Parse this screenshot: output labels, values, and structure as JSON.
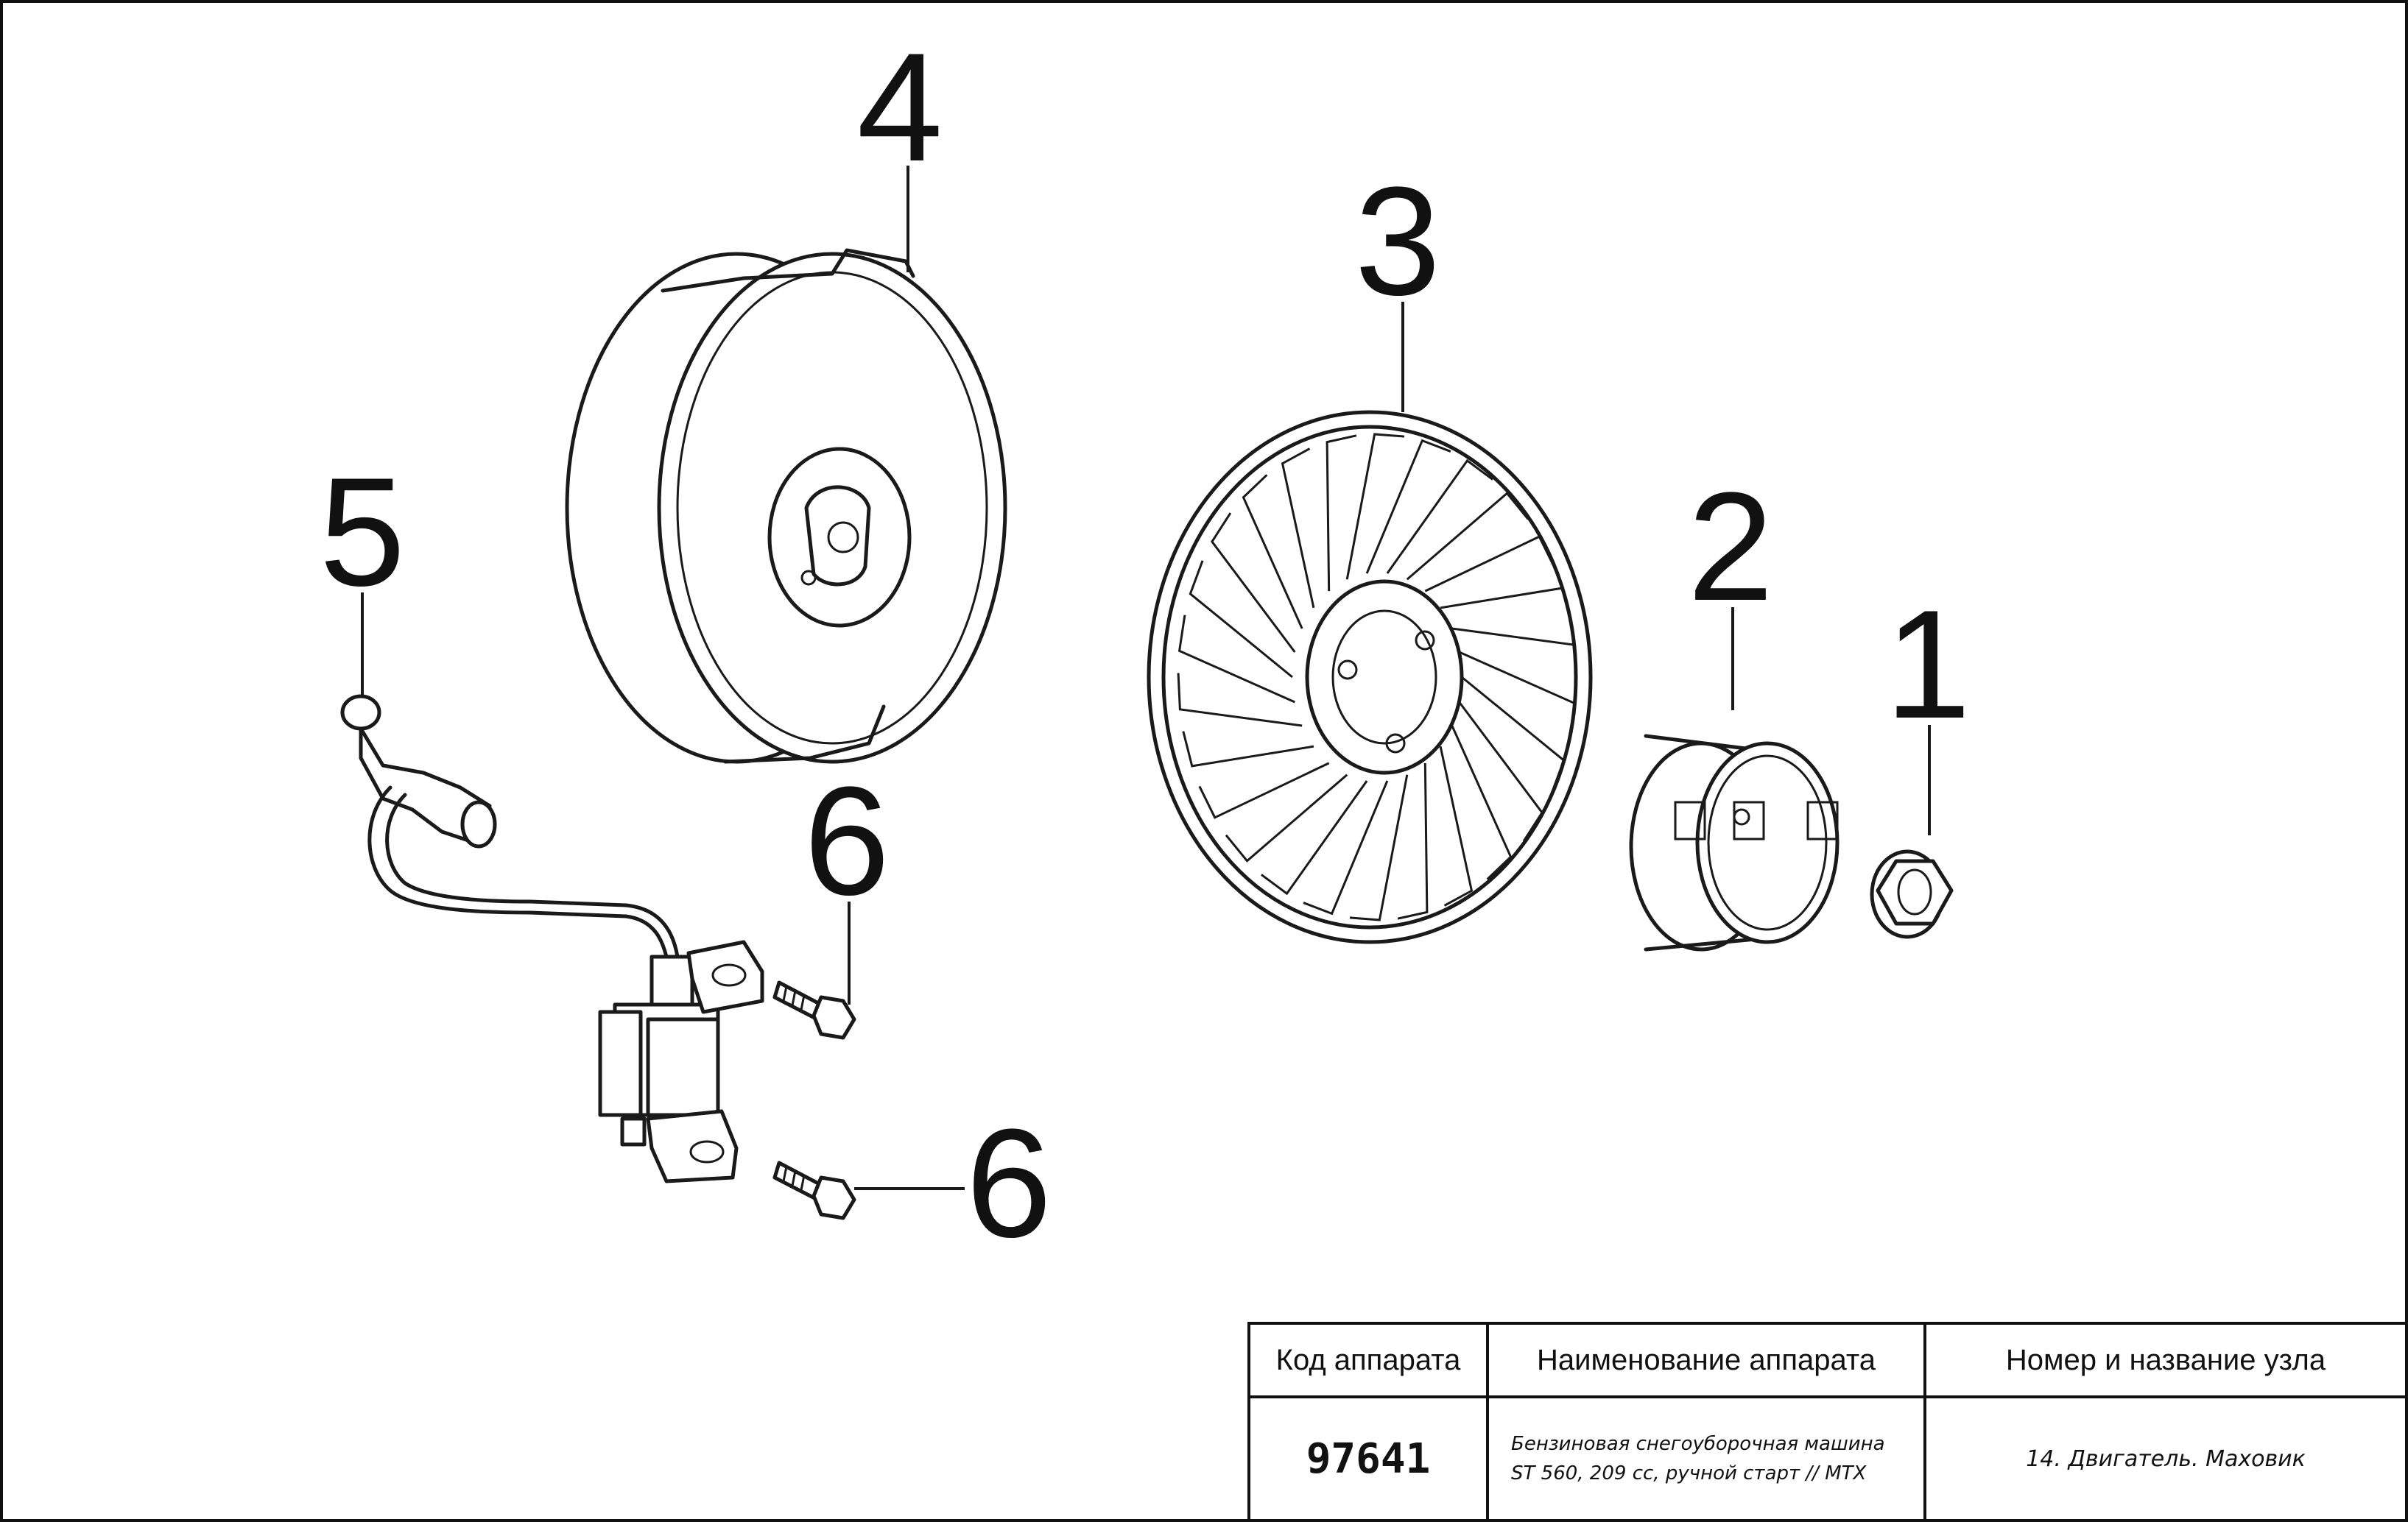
{
  "callouts": {
    "c1": "1",
    "c2": "2",
    "c3": "3",
    "c4": "4",
    "c5": "5",
    "c6a": "6",
    "c6b": "6"
  },
  "table": {
    "headers": [
      "Код аппарата",
      "Наименование аппарата",
      "Номер и название узла"
    ],
    "code": "97641",
    "name_line1": "Бензиновая снегоуборочная машина",
    "name_line2": "ST 560, 209 cc, ручной старт // MTX",
    "node": "14. Двигатель. Маховик"
  },
  "parts": {
    "p1": "nut-icon",
    "p2": "starter-cup-icon",
    "p3": "flywheel-fan-icon",
    "p4": "fan-cover-icon",
    "p5": "ignition-coil-icon",
    "p6": "bolt-icon"
  }
}
